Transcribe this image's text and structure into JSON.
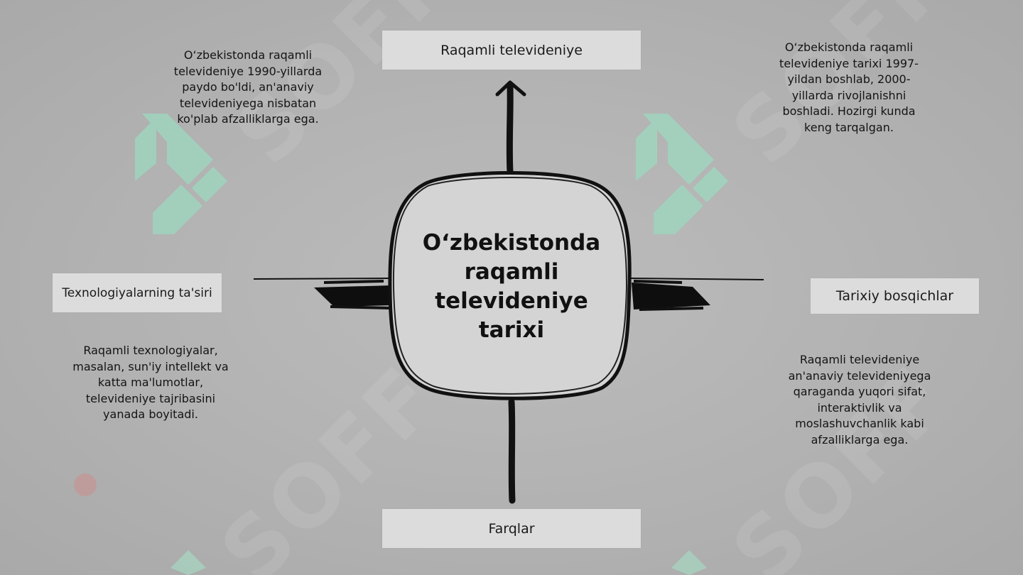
{
  "center": {
    "title": "O‘zbekistonda raqamli televideniye tarixi"
  },
  "branches": {
    "top": {
      "label": "Raqamli televideniye"
    },
    "right": {
      "label": "Tarixiy bosqichlar"
    },
    "bottom": {
      "label": "Farqlar"
    },
    "left": {
      "label": "Texnologiyalarning ta'siri"
    }
  },
  "notes": {
    "top_left": "O‘zbekistonda raqamli televideniye 1990-yillarda paydo bo'ldi, an'anaviy televideniyega nisbatan ko'plab afzalliklarga ega.",
    "top_right": "O‘zbekistonda raqamli televideniye tarixi 1997-yildan boshlab, 2000-yillarda rivojlanishni boshladi. Hozirgi kunda keng tarqalgan.",
    "left": "Raqamli texnologiyalar, masalan, sun'iy intellekt va katta ma'lumotlar, televideniye tajribasini yanada boyitadi.",
    "right": "Raqamli televideniye an'anaviy televideniyega qaraganda yuqori sifat, interaktivlik va moslashuvchanlik kabi afzalliklarga ega."
  },
  "watermark": {
    "text": "SOFF",
    "color": "#9ed8c0"
  }
}
